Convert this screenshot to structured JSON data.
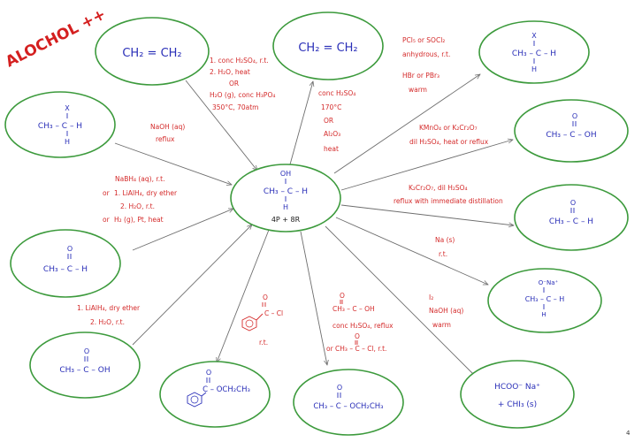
{
  "title": "ALOCHOL ++",
  "page_number": "4",
  "center": {
    "oh": "OH",
    "main": "CH₃ – C – H",
    "h": "H",
    "count": "4P + 8R"
  },
  "nodes": {
    "ethene_a": "CH₂ = CH₂",
    "ethene_b": "CH₂ = CH₂",
    "haloalkane_left": {
      "x": "X",
      "main": "CH₃ – C – H",
      "h": "H"
    },
    "haloalkane_right": {
      "x": "X",
      "main": "CH₃ – C – H",
      "h": "H"
    },
    "carboxylic_acid": {
      "o": "O",
      "main": "CH₃ – C – OH"
    },
    "aldehyde": {
      "o": "O",
      "main": "CH₃ – C – H"
    },
    "ketone": {
      "o": "O",
      "main": "CH₃ – C – H"
    },
    "alkoxide": {
      "o": "O⁻Na⁺",
      "main": "CH₃ – C – H",
      "h": "H"
    },
    "ethanoic_acid": {
      "o": "O",
      "main": "CH₃ – C – OH"
    },
    "phenyl_ester": {
      "o": "O",
      "main": "C – OCH₂CH₃"
    },
    "ethyl_ester": {
      "o": "O",
      "main": "CH₃ – C – OCH₂CH₃"
    },
    "iodoform": {
      "line1": "HCOO⁻ Na⁺",
      "line2": "+ CHI₃ (s)"
    }
  },
  "conditions": {
    "hydration": [
      "1. conc H₂SO₄, r.t.",
      "2. H₂O, heat",
      "OR",
      "H₂O (g), conc H₃PO₄",
      "350°C, 70atm"
    ],
    "dehydration": [
      "conc H₂SO₄",
      "170°C",
      "OR",
      "Al₂O₃",
      "heat"
    ],
    "halogenation": [
      "PCl₅ or SOCl₂",
      "anhydrous, r.t.",
      "HBr or PBr₃",
      "warm"
    ],
    "oxidation_acid": [
      "KMnO₄ or K₂Cr₂O₇",
      "dil H₂SO₄, heat or reflux"
    ],
    "oxidation_aldehyde": [
      "K₂Cr₂O₇, dil H₂SO₄",
      "reflux with immediate distillation"
    ],
    "substitution": [
      "NaOH (aq)",
      "reflux"
    ],
    "reduction_ketone": [
      "NaBH₄ (aq), r.t.",
      "1. LiAlH₄, dry ether",
      "2. H₂O, r.t.",
      "H₂ (g), Pt, heat"
    ],
    "or_labels": [
      "or",
      "or"
    ],
    "reduction_acid": [
      "1. LiAlH₄, dry ether",
      "2. H₂O, r.t."
    ],
    "sodium": [
      "Na (s)",
      "r.t."
    ],
    "iodoform": [
      "I₂",
      "NaOH (aq)",
      "warm"
    ],
    "esterification": [
      "CH₃ – C – OH",
      "conc H₂SO₄, reflux",
      "or CH₃ – C – Cl, r.t."
    ],
    "esterification_o": [
      "O",
      "O"
    ],
    "benzoyl": {
      "o": "O",
      "main": "C – Cl",
      "cond": "r.t."
    }
  }
}
